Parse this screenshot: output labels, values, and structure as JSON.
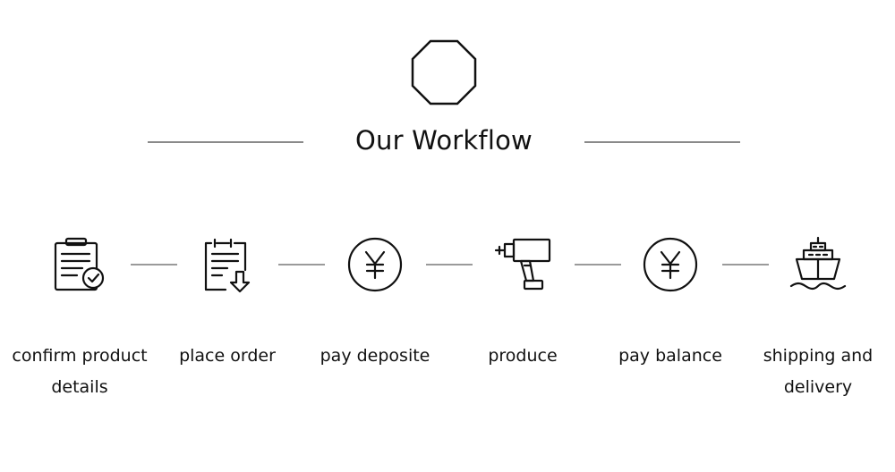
{
  "section": {
    "title": "Our Workflow"
  },
  "steps": [
    {
      "label": "confirm product details",
      "icon": "clipboard-check-icon"
    },
    {
      "label": "place order",
      "icon": "clipboard-download-icon"
    },
    {
      "label": "pay deposite",
      "icon": "yen-circle-icon"
    },
    {
      "label": "produce",
      "icon": "drill-icon"
    },
    {
      "label": "pay balance",
      "icon": "yen-circle-icon"
    },
    {
      "label": "shipping and delivery",
      "icon": "ship-icon"
    }
  ],
  "colors": {
    "stroke": "#111111",
    "rule": "#8a8a8a"
  }
}
